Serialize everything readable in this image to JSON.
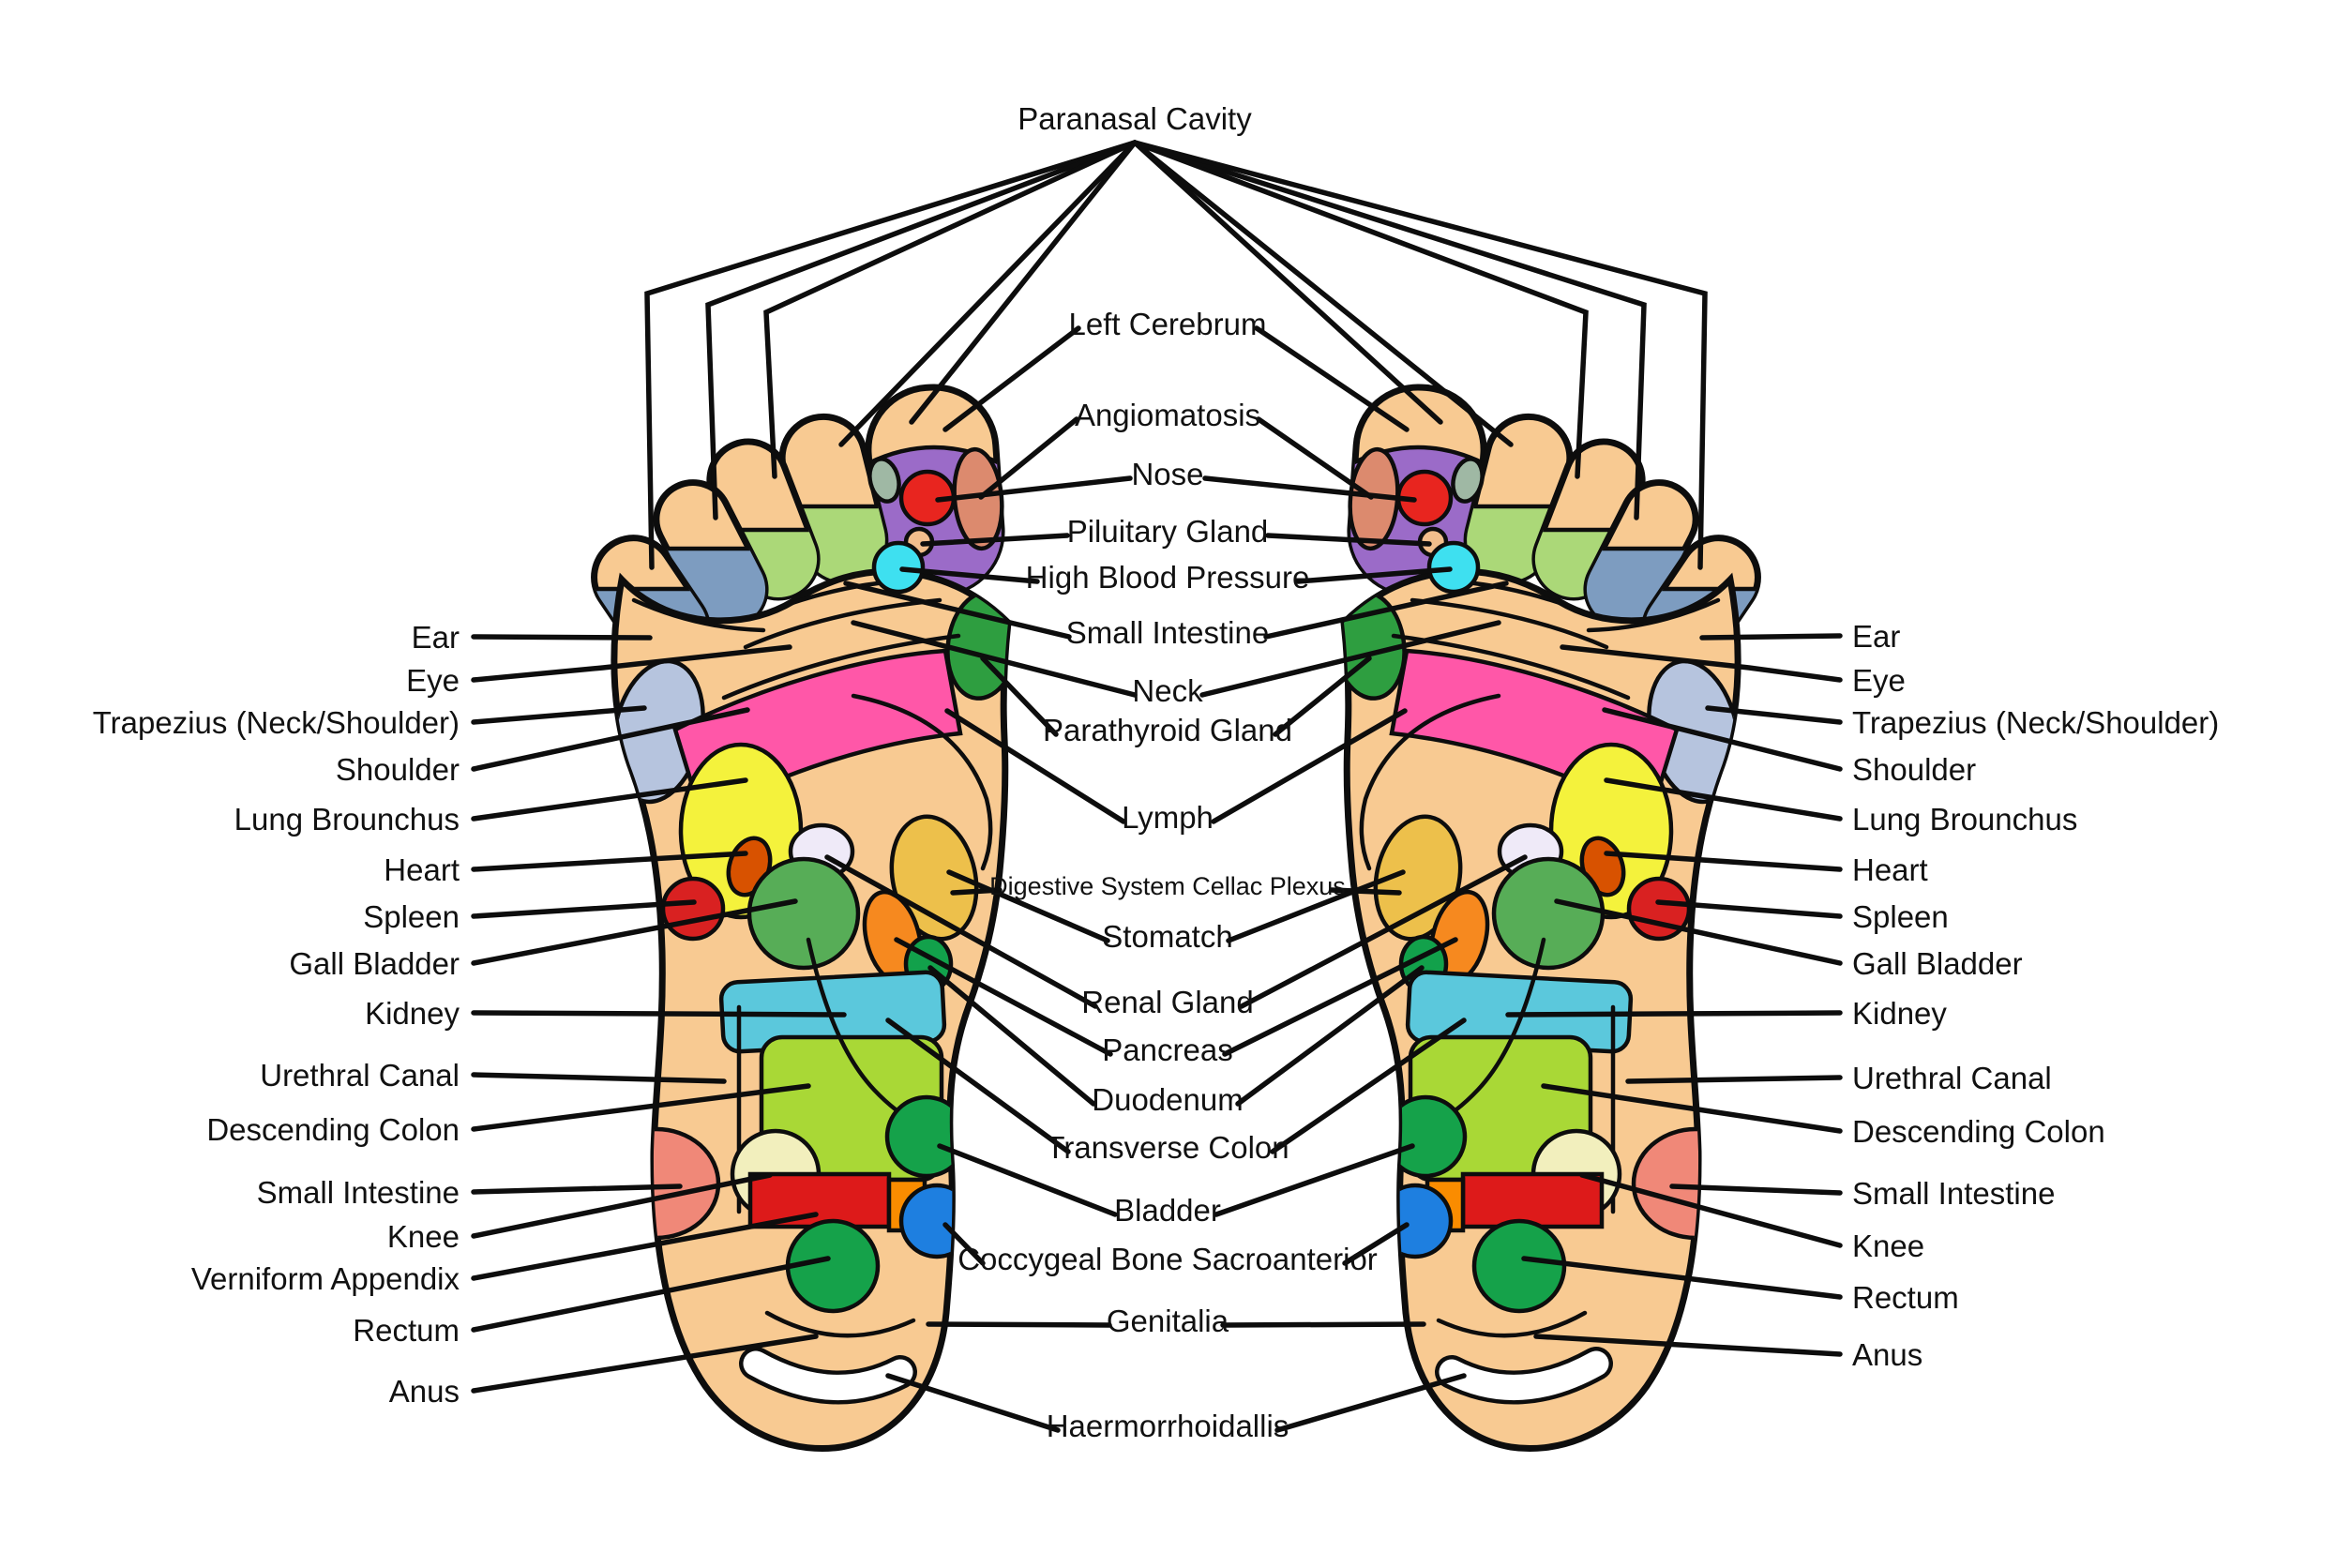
{
  "figure": {
    "type": "foot-reflexology-chart",
    "background": "#FFFFFF",
    "feet": [
      "left sole",
      "right sole"
    ]
  },
  "labels": {
    "top": "Paranasal Cavity",
    "center": [
      "Left Cerebrum",
      "Angiomatosis",
      "Nose",
      "Piluitary Gland",
      "High Blood Pressure",
      "Small Intestine",
      "Neck",
      "Parathyroid Gland",
      "Lymph",
      "Digestive System Cellac Plexus",
      "Stomatch",
      "Renal Gland",
      "Pancreas",
      "Duodenum",
      "Transverse Colon",
      "Bladder",
      "Coccygeal Bone Sacroanterior",
      "Genitalia",
      "Haermorrhoidallis"
    ],
    "left": [
      "Ear",
      "Eye",
      "Trapezius (Neck/Shoulder)",
      "Shoulder",
      "Lung Brounchus",
      "Heart",
      "Spleen",
      "Gall Bladder",
      "Kidney",
      "Urethral Canal",
      "Descending Colon",
      "Small Intestine",
      "Knee",
      "Verniform Appendix",
      "Rectum",
      "Anus"
    ],
    "right": [
      "Ear",
      "Eye",
      "Trapezius (Neck/Shoulder)",
      "Shoulder",
      "Lung Brounchus",
      "Heart",
      "Spleen",
      "Gall Bladder",
      "Kidney",
      "Urethral Canal",
      "Descending Colon",
      "Small Intestine",
      "Knee",
      "Rectum",
      "Anus"
    ]
  },
  "palette": {
    "skin": "#F8CA92",
    "line": "#0D0D0D",
    "purple_toe": "#9B6BC8",
    "salmon_oval": "#DC8A6E",
    "red_circle": "#E8251F",
    "gray_green": "#9FB8A4",
    "cyan": "#3EE0F0",
    "light_green": "#ABD878",
    "dark_green_oval": "#2E9E40",
    "orange_band": "#D85200",
    "yellow": "#F4F23C",
    "magenta": "#FF57A8",
    "blue_band": "#6B79DF",
    "toe_blue_gray": "#7D9CC0",
    "light_blue_gray": "#B6C4DE",
    "white_circle": "#EFEAF8",
    "spleen_red": "#D92121",
    "big_green": "#57AD57",
    "stomach_amber": "#EDC04B",
    "pancreas_orange": "#F6891F",
    "emerald": "#12A14B",
    "teal_band": "#5BC8DC",
    "chartreuse": "#A9D836",
    "salmon_half": "#F08878",
    "cream": "#F2EFBD",
    "orange_square": "#FA8C00",
    "blue_circle": "#1E7FE0",
    "genitalia_purple": "#9B6BC8",
    "white": "#FFFFFF"
  }
}
